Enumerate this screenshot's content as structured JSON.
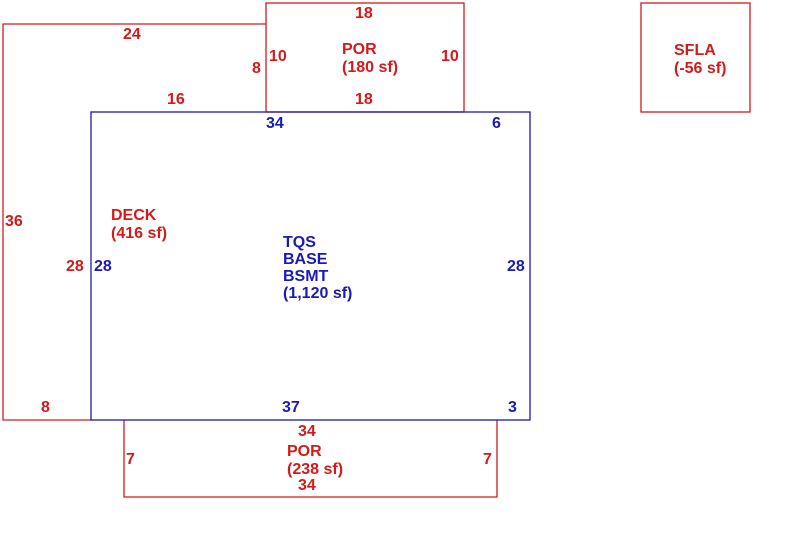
{
  "colors": {
    "addition": "#d41a1a",
    "base": "#1a1ab4",
    "background": "#ffffff"
  },
  "areas": {
    "base": {
      "code": "TQS",
      "line2": "BASE",
      "line3": "BSMT",
      "area": "(1,120 sf)"
    },
    "deck": {
      "name": "DECK",
      "area": "(416 sf)"
    },
    "porch_top": {
      "name": "POR",
      "area": "(180 sf)"
    },
    "porch_bottom": {
      "name": "POR",
      "area": "(238 sf)"
    },
    "sfla": {
      "name": "SFLA",
      "area": "(-56 sf)"
    }
  },
  "dimensions": {
    "deck_top": "24",
    "deck_left": "36",
    "deck_inner_top": "16",
    "deck_right": "28",
    "deck_bottom": "8",
    "deck_upper_step": "8",
    "porch_top_top": "18",
    "porch_top_left": "10",
    "porch_top_right": "10",
    "porch_top_bottom": "18",
    "base_top_left": "34",
    "base_top_right": "6",
    "base_left": "28",
    "base_right": "28",
    "base_bottom_left": "37",
    "base_bottom_right": "3",
    "porch_bottom_top": "34",
    "porch_bottom_bottom": "34",
    "porch_bottom_left": "7",
    "porch_bottom_right": "7"
  }
}
